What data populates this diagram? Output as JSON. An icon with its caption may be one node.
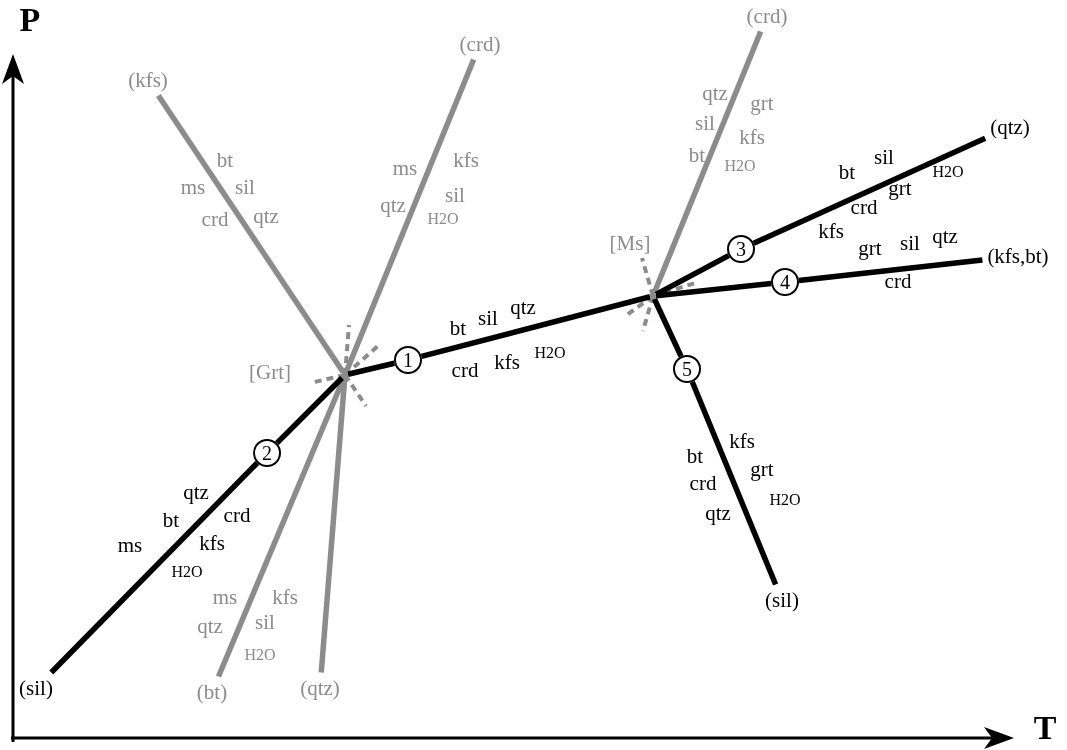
{
  "diagram": {
    "nodes": [
      {
        "text": [
          "(kfs)"
        ]
      },
      {
        "text": [
          "(crd)"
        ]
      },
      {
        "text": [
          "(crd)"
        ]
      },
      {
        "text": [
          "(qtz)"
        ]
      },
      {
        "text": [
          "(kfs,bt)"
        ]
      },
      {
        "text": [],
        "shape": "point",
        "beside": [
          "[Ms]"
        ]
      },
      {
        "text": [
          "3"
        ]
      },
      {
        "text": [
          "4"
        ]
      },
      {
        "text": [],
        "shape": "point",
        "beside": [
          "[Grt]"
        ]
      },
      {
        "text": [
          "1"
        ]
      },
      {
        "text": [
          "5"
        ]
      },
      {
        "text": [
          "2"
        ]
      },
      {
        "text": [
          "(sil)"
        ]
      },
      {
        "text": [
          "(sil)"
        ]
      },
      {
        "text": [
          "(bt)"
        ]
      },
      {
        "text": [
          "(qtz)"
        ]
      }
    ],
    "edges": [
      {
        "from": 8,
        "to": 0,
        "arrow": "none",
        "color": "#8c8c8c"
      },
      {
        "from": 8,
        "to": 1,
        "arrow": "none",
        "color": "#8c8c8c"
      },
      {
        "from": 8,
        "to": 14,
        "arrow": "none",
        "color": "#8c8c8c"
      },
      {
        "from": 8,
        "to": 15,
        "arrow": "none",
        "color": "#8c8c8c"
      },
      {
        "from": 5,
        "to": 2,
        "arrow": "none",
        "color": "#8c8c8c"
      },
      {
        "from": 8,
        "to": 11,
        "arrow": "none"
      },
      {
        "from": 11,
        "to": 13,
        "arrow": "none"
      },
      {
        "from": 8,
        "to": 9,
        "arrow": "none"
      },
      {
        "from": 9,
        "to": 5,
        "arrow": "none"
      },
      {
        "from": 5,
        "to": 6,
        "arrow": "none"
      },
      {
        "from": 6,
        "to": 3,
        "arrow": "none"
      },
      {
        "from": 5,
        "to": 7,
        "arrow": "none"
      },
      {
        "from": 7,
        "to": 4,
        "arrow": "none"
      },
      {
        "from": 5,
        "to": 10,
        "arrow": "none"
      },
      {
        "from": 10,
        "to": 12,
        "arrow": "none"
      }
    ],
    "labels": [
      "P",
      "bt",
      "ms",
      "sil",
      "crd",
      "qtz",
      "ms",
      "kfs",
      "qtz",
      "sil",
      "H2O",
      "qtz",
      "grt",
      "sil",
      "kfs",
      "bt",
      "H2O",
      "bt",
      "sil",
      "H2O",
      "grt",
      "crd",
      "kfs",
      "grt",
      "sil",
      "qtz",
      "crd",
      "bt",
      "sil",
      "qtz",
      "crd",
      "kfs",
      "H2O",
      "qtz",
      "bt",
      "crd",
      "ms",
      "kfs",
      "H2O",
      "kfs",
      "bt",
      "grt",
      "crd",
      "H2O",
      "qtz",
      "ms",
      "kfs",
      "qtz",
      "sil",
      "H2O",
      "T"
    ]
  }
}
